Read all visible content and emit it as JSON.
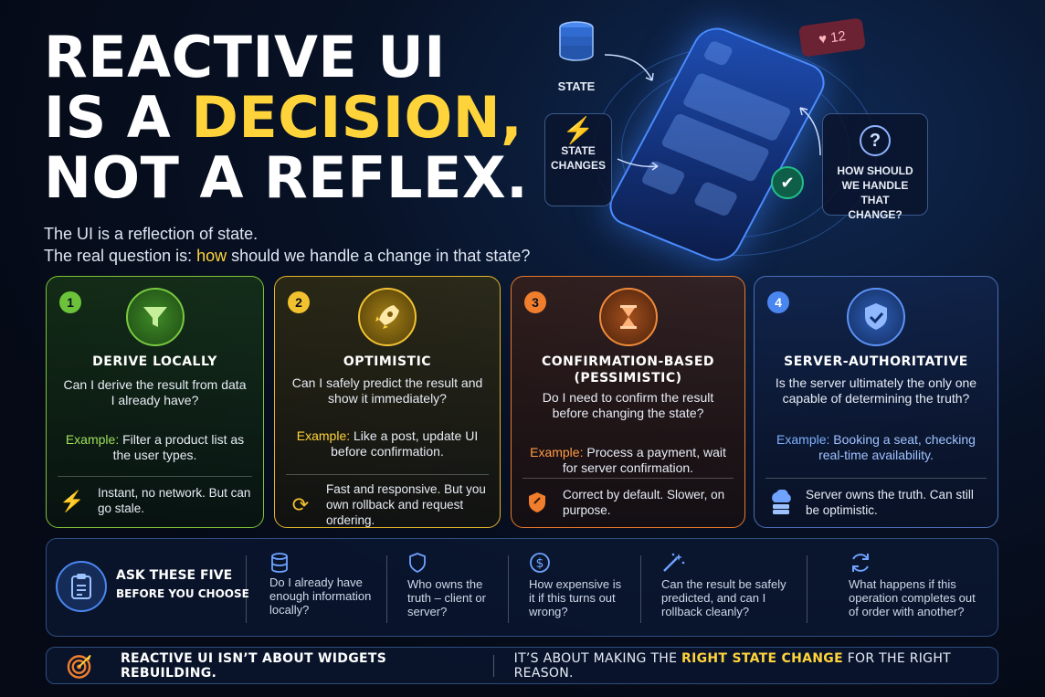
{
  "headline": {
    "line1": "REACTIVE UI",
    "line2_pre": "IS A ",
    "line2_highlight": "DECISION,",
    "line3": "NOT A REFLEX."
  },
  "subtitle": {
    "line1": "The UI is a reflection of state.",
    "line2_pre": "The real question is: ",
    "line2_highlight": "how",
    "line2_post": " should we handle a change in that state?"
  },
  "hero": {
    "state_label": "STATE",
    "state_changes_label": "STATE CHANGES",
    "question_label": "HOW SHOULD WE HANDLE THAT CHANGE?",
    "question_mark": "?",
    "notification_count": "12"
  },
  "cards": [
    {
      "number": "1",
      "title": "DERIVE LOCALLY",
      "question": "Can I derive the result from data I already have?",
      "example_key": "Example:",
      "example_text": " Filter a product list as the user types.",
      "footer": "Instant, no network. But can go stale.",
      "icon": "funnel-icon",
      "footer_icon": "lightning-icon"
    },
    {
      "number": "2",
      "title": "OPTIMISTIC",
      "question": "Can I safely predict the result and show it immediately?",
      "example_key": "Example:",
      "example_text": " Like a post, update UI before confirmation.",
      "footer": "Fast and responsive. But you own rollback and request ordering.",
      "icon": "rocket-icon",
      "footer_icon": "sync-icon"
    },
    {
      "number": "3",
      "title": "CONFIRMATION-BASED (PESSIMISTIC)",
      "question": "Do I need to confirm the result before changing the state?",
      "example_key": "Example:",
      "example_text": " Process a payment, wait for server confirmation.",
      "footer": "Correct by default. Slower, on purpose.",
      "icon": "hourglass-icon",
      "footer_icon": "shield-icon"
    },
    {
      "number": "4",
      "title": "SERVER-AUTHORITATIVE",
      "question": "Is the server ultimately the only one capable of determining the truth?",
      "example_key": "Example:",
      "example_text": " Booking a seat, checking real-time availability.",
      "footer": "Server owns the truth. Can still be optimistic.",
      "icon": "shield-check-icon",
      "footer_icon": "cloud-server-icon"
    }
  ],
  "ask": {
    "title_line1": "ASK THESE FIVE",
    "title_line2": "BEFORE YOU CHOOSE",
    "questions": [
      {
        "icon": "database-icon",
        "text": "Do I already have enough information locally?"
      },
      {
        "icon": "shield-icon",
        "text": "Who owns the truth – client or server?"
      },
      {
        "icon": "dollar-icon",
        "text": "How expensive is it if this turns out wrong?"
      },
      {
        "icon": "magic-wand-icon",
        "text": "Can the result be safely predicted, and can I rollback cleanly?"
      },
      {
        "icon": "refresh-icon",
        "text": "What happens if this operation completes out of order with another?"
      }
    ]
  },
  "banner": {
    "part1": "REACTIVE UI ISN’T ABOUT WIDGETS REBUILDING.",
    "part2_pre": "IT’S ABOUT MAKING THE ",
    "part2_highlight": "RIGHT STATE CHANGE",
    "part2_post": " FOR THE RIGHT REASON."
  },
  "colors": {
    "accent_yellow": "#ffd43b",
    "card1": "#7fc236",
    "card2": "#e3b52a",
    "card3": "#e8782a",
    "card4": "#4a6fb8"
  }
}
